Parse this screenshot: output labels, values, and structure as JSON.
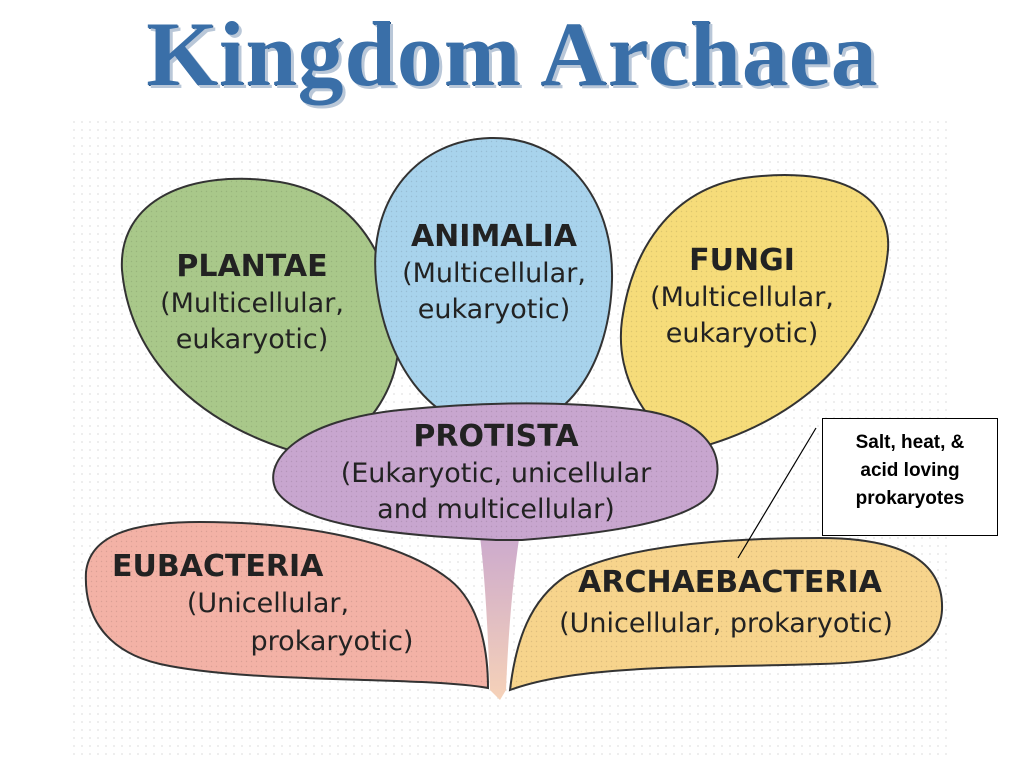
{
  "title": "Kingdom Archaea",
  "kingdoms": {
    "plantae": {
      "name": "PLANTAE",
      "desc1": "(Multicellular,",
      "desc2": "eukaryotic)",
      "color": "#a9c88a"
    },
    "animalia": {
      "name": "ANIMALIA",
      "desc1": "(Multicellular,",
      "desc2": "eukaryotic)",
      "color": "#a8d3ec"
    },
    "fungi": {
      "name": "FUNGI",
      "desc1": "(Multicellular,",
      "desc2": "eukaryotic)",
      "color": "#f6dc7a"
    },
    "protista": {
      "name": "PROTISTA",
      "desc1": "(Eukaryotic, unicellular",
      "desc2": "and multicellular)",
      "color": "#c8a6cf"
    },
    "eubacteria": {
      "name": "EUBACTERIA",
      "desc1": "(Unicellular,",
      "desc2": "prokaryotic)",
      "color": "#f3b2a6"
    },
    "archaebacteria": {
      "name": "ARCHAEBACTERIA",
      "desc1": "(Unicellular, prokaryotic)",
      "color": "#f7d48c"
    }
  },
  "callout": {
    "line1": "Salt, heat, &",
    "line2": "acid loving",
    "line3": "prokaryotes"
  }
}
